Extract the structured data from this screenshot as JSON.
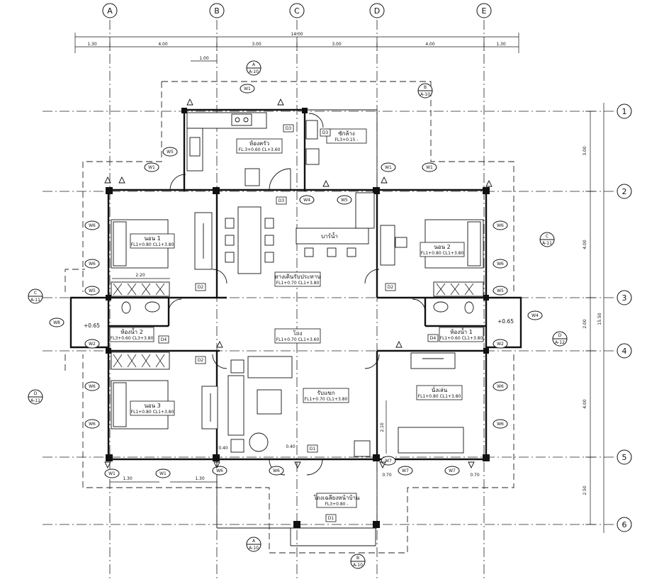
{
  "grid": {
    "columns": [
      "A",
      "B",
      "C",
      "D",
      "E"
    ],
    "rows": [
      "1",
      "2",
      "3",
      "4",
      "5",
      "6"
    ]
  },
  "dimensions": {
    "overall_width": "14.00",
    "top": [
      "1.30",
      "4.00",
      "3.00",
      "3.00",
      "4.00",
      "1.30"
    ],
    "right": [
      "3.00",
      "4.00",
      "2.00",
      "4.00",
      "2.50"
    ],
    "overall_height": "15.50",
    "misc": [
      "1.00",
      "2.20",
      "2.10",
      "0.40",
      "0.40",
      "1.30",
      "1.30",
      "0.70",
      "0.70"
    ]
  },
  "rooms": [
    {
      "name": "ห้องครัว",
      "level": "FL.3+0.60 CL+3.60"
    },
    {
      "name": "ซักล้าง",
      "level": "FL3+0.15  -"
    },
    {
      "name": "นอน 1",
      "level": "FL1+0.80 CL1+3.80"
    },
    {
      "name": "บาร์น้ำ",
      "level": ""
    },
    {
      "name": "นอน 2",
      "level": "FL1+0.80 CL1+3.80"
    },
    {
      "name": "ห้องน้ำ 2",
      "level": "FL3+0.60 CL3+3.80"
    },
    {
      "name": "ห้องน้ำ 1",
      "level": "FL1+0.60 CL1+3.80"
    },
    {
      "name": "ทางเดินรับประทาน",
      "level": "FL1+0.70 CL1+3.80"
    },
    {
      "name": "โถง",
      "level": "FL1+0.70 CL1+3.60"
    },
    {
      "name": "นอน 3",
      "level": "FL1+0.80 CL1+3.80"
    },
    {
      "name": "รับแขก",
      "level": "FL1+0.70 CL1+3.80"
    },
    {
      "name": "นั่งเล่น",
      "level": "FL1+0.80 CL1+3.80"
    },
    {
      "name": "โถงเฉลียงหน้าบ้าน",
      "level": "FL3+0.80  -"
    }
  ],
  "level_marks": [
    "+0.65",
    "+0.65"
  ],
  "section_marks": [
    {
      "letter": "A",
      "sheet": "A-10"
    },
    {
      "letter": "A",
      "sheet": "A-10"
    },
    {
      "letter": "B",
      "sheet": "A-10"
    },
    {
      "letter": "B",
      "sheet": "A-10"
    },
    {
      "letter": "C",
      "sheet": "A-11"
    },
    {
      "letter": "C",
      "sheet": "A-11"
    },
    {
      "letter": "D",
      "sheet": "A-11"
    },
    {
      "letter": "D",
      "sheet": "A-12"
    }
  ],
  "door_tags": [
    "D3",
    "D3",
    "D3",
    "D2",
    "D2",
    "D2",
    "D4",
    "D4",
    "D1",
    "D1"
  ],
  "window_tags": [
    "W1",
    "W5",
    "W1",
    "W6",
    "W6",
    "W6",
    "W1",
    "W6",
    "W6",
    "W4",
    "W5",
    "W1",
    "W6",
    "W6",
    "W6",
    "W4",
    "W8",
    "W6",
    "W6",
    "W7",
    "W7",
    "W7",
    "W5",
    "W1",
    "W2",
    "W2",
    "W1",
    "W5"
  ]
}
